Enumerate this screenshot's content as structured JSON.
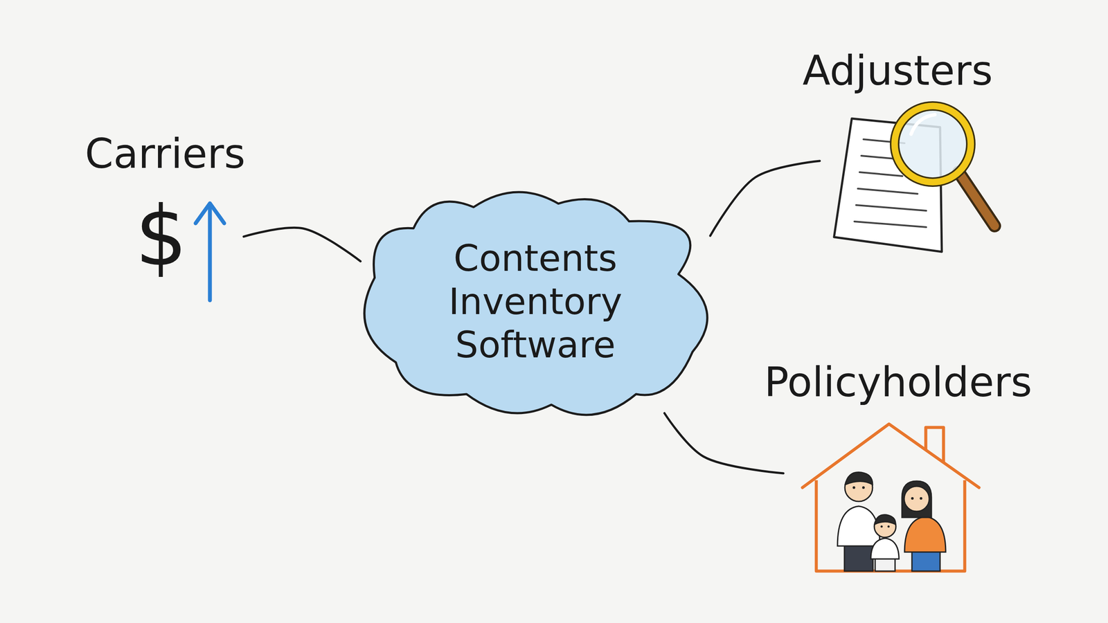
{
  "diagram": {
    "nodes": [
      {
        "text": [
          "Carriers"
        ]
      },
      {
        "text": [
          "Contents Inventory Software"
        ]
      },
      {
        "text": [
          "Adjusters"
        ]
      },
      {
        "text": [
          "Policyholders"
        ]
      }
    ],
    "edges": [
      {
        "from": 1,
        "to": 0,
        "arrow": "none"
      },
      {
        "from": 1,
        "to": 2,
        "arrow": "none"
      },
      {
        "from": 1,
        "to": 3,
        "arrow": "none"
      }
    ],
    "labels": [
      "$"
    ]
  }
}
